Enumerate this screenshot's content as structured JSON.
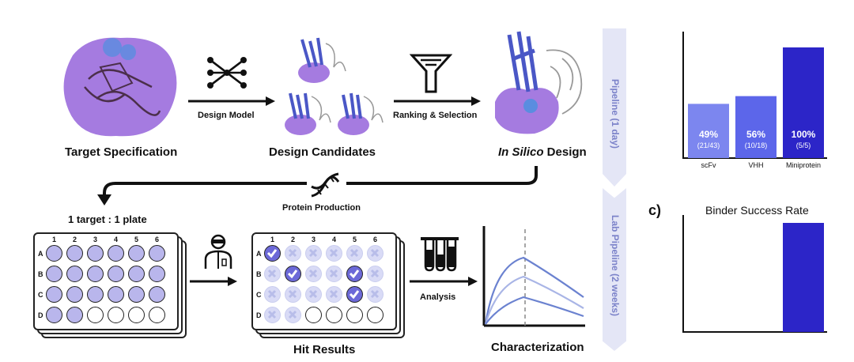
{
  "labels": {
    "target_spec": "Target Specification",
    "design_model": "Design Model",
    "design_candidates": "Design Candidates",
    "ranking_selection": "Ranking & Selection",
    "in_silico_italic": "In Silico",
    "in_silico_rest": " Design",
    "protein_production": "Protein Production",
    "plate_ratio": "1 target : 1 plate",
    "hit_results": "Hit Results",
    "analysis": "Analysis",
    "characterization": "Characterization"
  },
  "plate": {
    "cols": [
      "1",
      "2",
      "3",
      "4",
      "5",
      "6"
    ],
    "rows": [
      "A",
      "B",
      "C",
      "D"
    ]
  },
  "side_bands": {
    "top": "Pipeline (1 day)",
    "bottom": "Lab Pipeline (2 weeks)"
  },
  "panel_c": {
    "letter": "c)",
    "title": "Binder Success Rate"
  },
  "chart_data": [
    {
      "type": "bar",
      "categories": [
        "scFv",
        "VHH",
        "Miniprotein"
      ],
      "values": [
        49,
        56,
        100
      ],
      "value_labels": [
        "49%",
        "56%",
        "100%"
      ],
      "count_labels": [
        "(21/43)",
        "(10/18)",
        "(5/5)"
      ],
      "colors": [
        "#7c86ef",
        "#5c66ea",
        "#2c25c8"
      ],
      "ylim": [
        0,
        100
      ]
    },
    {
      "type": "bar",
      "title": "Binder Success Rate",
      "categories": [
        "",
        "",
        ""
      ],
      "values": [
        0,
        0,
        100
      ],
      "colors": [
        "#5c66ea",
        "#5c66ea",
        "#2c25c8"
      ],
      "ylim": [
        0,
        100
      ]
    }
  ],
  "colors": {
    "purple": "#a57be0",
    "blue": "#4a57c6",
    "band": "#e4e6f6"
  },
  "icons": [
    "neural-network-icon",
    "funnel-icon",
    "dna-icon",
    "scientist-icon",
    "test-tubes-icon",
    "check-icon",
    "x-icon"
  ]
}
